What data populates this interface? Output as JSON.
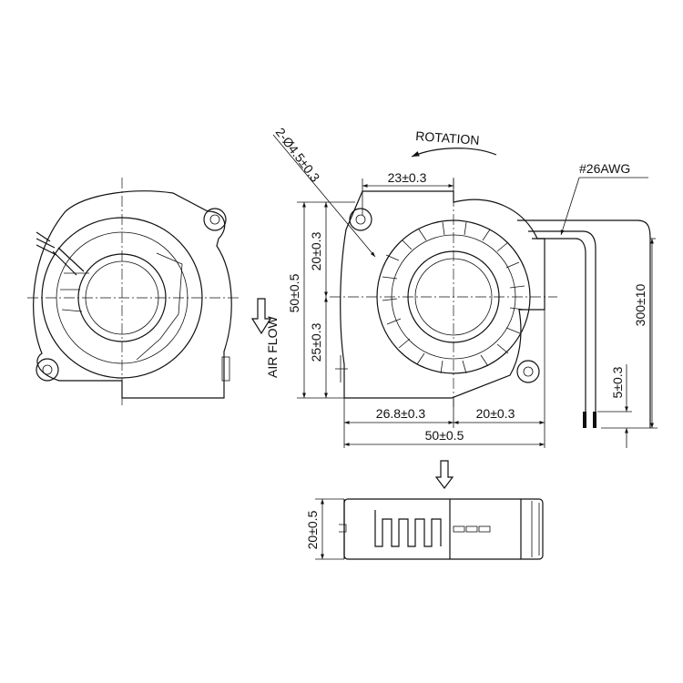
{
  "labels": {
    "rotation": "ROTATION",
    "air_flow": "AIR FLOW",
    "wire_gauge": "#26AWG",
    "hole_spec": "2-Ø4.5±0.3",
    "dim_top_width": "23±0.3",
    "dim_height_total": "50±0.5",
    "dim_upper_height": "20±0.3",
    "dim_lower_height": "25±0.3",
    "dim_left_offset": "26.8±0.3",
    "dim_right_offset": "20±0.3",
    "dim_total_width": "50±0.5",
    "dim_wire_length": "300±10",
    "dim_strip_length": "5±0.3",
    "dim_thickness": "20±0.5"
  }
}
